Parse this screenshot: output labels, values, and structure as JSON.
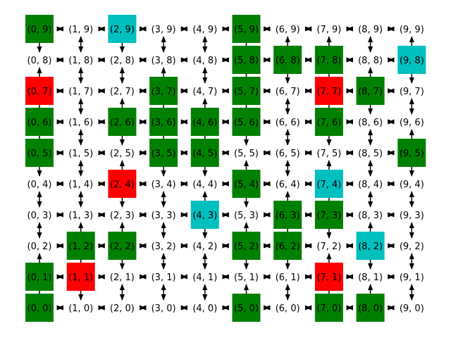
{
  "grid": {
    "cols": 10,
    "rows": 10
  },
  "colors": {
    "green": "#008000",
    "red": "#ff0000",
    "cyan": "#00bfbf",
    "edge": "#000000",
    "text": "#000000"
  },
  "colored_nodes": [
    {
      "x": 0,
      "y": 9,
      "color": "green"
    },
    {
      "x": 2,
      "y": 9,
      "color": "cyan"
    },
    {
      "x": 5,
      "y": 9,
      "color": "green"
    },
    {
      "x": 5,
      "y": 8,
      "color": "green"
    },
    {
      "x": 6,
      "y": 8,
      "color": "green"
    },
    {
      "x": 7,
      "y": 8,
      "color": "green"
    },
    {
      "x": 9,
      "y": 8,
      "color": "cyan"
    },
    {
      "x": 0,
      "y": 7,
      "color": "red"
    },
    {
      "x": 3,
      "y": 7,
      "color": "green"
    },
    {
      "x": 5,
      "y": 7,
      "color": "green"
    },
    {
      "x": 7,
      "y": 7,
      "color": "red"
    },
    {
      "x": 8,
      "y": 7,
      "color": "green"
    },
    {
      "x": 0,
      "y": 6,
      "color": "green"
    },
    {
      "x": 2,
      "y": 6,
      "color": "green"
    },
    {
      "x": 3,
      "y": 6,
      "color": "green"
    },
    {
      "x": 4,
      "y": 6,
      "color": "green"
    },
    {
      "x": 5,
      "y": 6,
      "color": "green"
    },
    {
      "x": 7,
      "y": 6,
      "color": "green"
    },
    {
      "x": 0,
      "y": 5,
      "color": "green"
    },
    {
      "x": 3,
      "y": 5,
      "color": "green"
    },
    {
      "x": 4,
      "y": 5,
      "color": "green"
    },
    {
      "x": 9,
      "y": 5,
      "color": "green"
    },
    {
      "x": 2,
      "y": 4,
      "color": "red"
    },
    {
      "x": 5,
      "y": 4,
      "color": "green"
    },
    {
      "x": 7,
      "y": 4,
      "color": "cyan"
    },
    {
      "x": 4,
      "y": 3,
      "color": "cyan"
    },
    {
      "x": 6,
      "y": 3,
      "color": "green"
    },
    {
      "x": 7,
      "y": 3,
      "color": "green"
    },
    {
      "x": 1,
      "y": 2,
      "color": "green"
    },
    {
      "x": 2,
      "y": 2,
      "color": "green"
    },
    {
      "x": 5,
      "y": 2,
      "color": "green"
    },
    {
      "x": 6,
      "y": 2,
      "color": "green"
    },
    {
      "x": 8,
      "y": 2,
      "color": "cyan"
    },
    {
      "x": 0,
      "y": 1,
      "color": "green"
    },
    {
      "x": 1,
      "y": 1,
      "color": "red"
    },
    {
      "x": 7,
      "y": 1,
      "color": "red"
    },
    {
      "x": 0,
      "y": 0,
      "color": "green"
    },
    {
      "x": 5,
      "y": 0,
      "color": "green"
    },
    {
      "x": 7,
      "y": 0,
      "color": "green"
    },
    {
      "x": 8,
      "y": 0,
      "color": "green"
    }
  ]
}
